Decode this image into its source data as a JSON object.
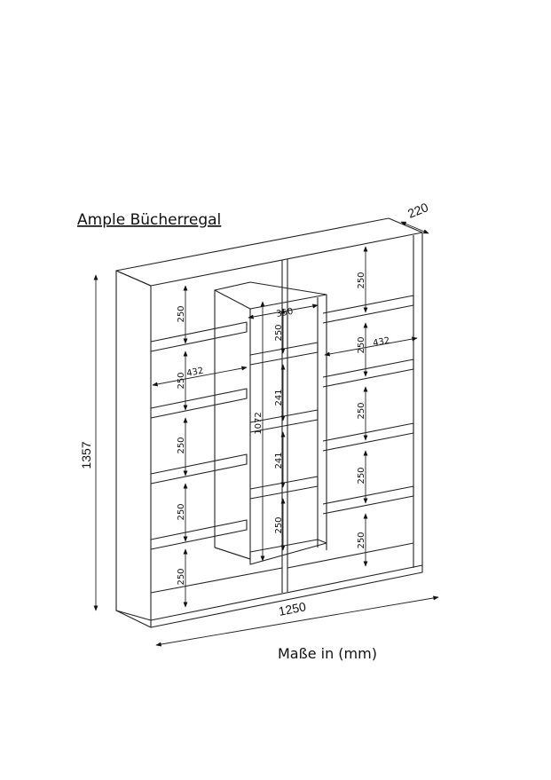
{
  "title": "Ample Bücherregal",
  "units": "Maße in (mm)",
  "dimensions": {
    "depth": "220",
    "height": "1357",
    "width": "1250",
    "shelf_height": "250",
    "inner_width": "432",
    "column_width": "350",
    "column_shelf": "241",
    "column_height": "1072"
  }
}
